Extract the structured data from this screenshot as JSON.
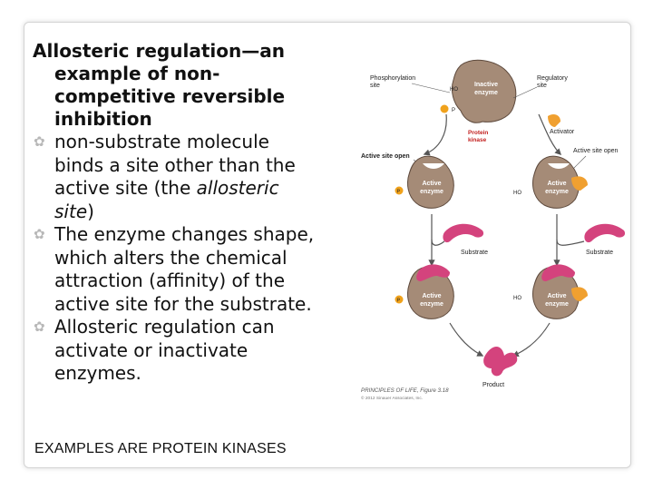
{
  "slide": {
    "title_lines": [
      "Allosteric regulation—an",
      "example of non-",
      "competitive reversible",
      "inhibition"
    ],
    "bullets": [
      {
        "lines_pre": [
          "non-substrate molecule",
          "binds a site other than the",
          "active site (the "
        ],
        "italic": "allosteric",
        "italic2": "site",
        "post": ")"
      },
      {
        "lines": [
          "The enzyme changes shape,",
          "which alters the chemical",
          "attraction (affinity) of the",
          "active site for the substrate."
        ]
      },
      {
        "lines": [
          "Allosteric regulation can",
          "activate or inactivate",
          "enzymes."
        ]
      }
    ],
    "footer": "EXAMPLES ARE PROTEIN KINASES"
  },
  "figure": {
    "labels": {
      "phosphorylation_site": [
        "Phosphorylation",
        "site"
      ],
      "regulatory_site": [
        "Regulatory",
        "site"
      ],
      "inactive_enzyme": [
        "Inactive",
        "enzyme"
      ],
      "protein_kinase": [
        "Protein",
        "kinase"
      ],
      "activator": "Activator",
      "active_site_open_left": "Active site open",
      "active_site_open_right": "Active site open",
      "active_enzyme": [
        "Active",
        "enzyme"
      ],
      "substrate": "Substrate",
      "product": "Product",
      "ho": "HO",
      "p": "P",
      "caption": "PRINCIPLES OF LIFE, Figure 3.18",
      "copyright": "© 2012 Sinauer Associates, Inc."
    },
    "colors": {
      "enzyme_brown": "#a58b77",
      "enzyme_outline": "#5e4a3d",
      "substrate_pink": "#d4437d",
      "phosphate_orange": "#f0a21c",
      "kinase_red": "#c3201f",
      "activator_orange": "#f0a030",
      "arrow_gray": "#555555"
    }
  }
}
